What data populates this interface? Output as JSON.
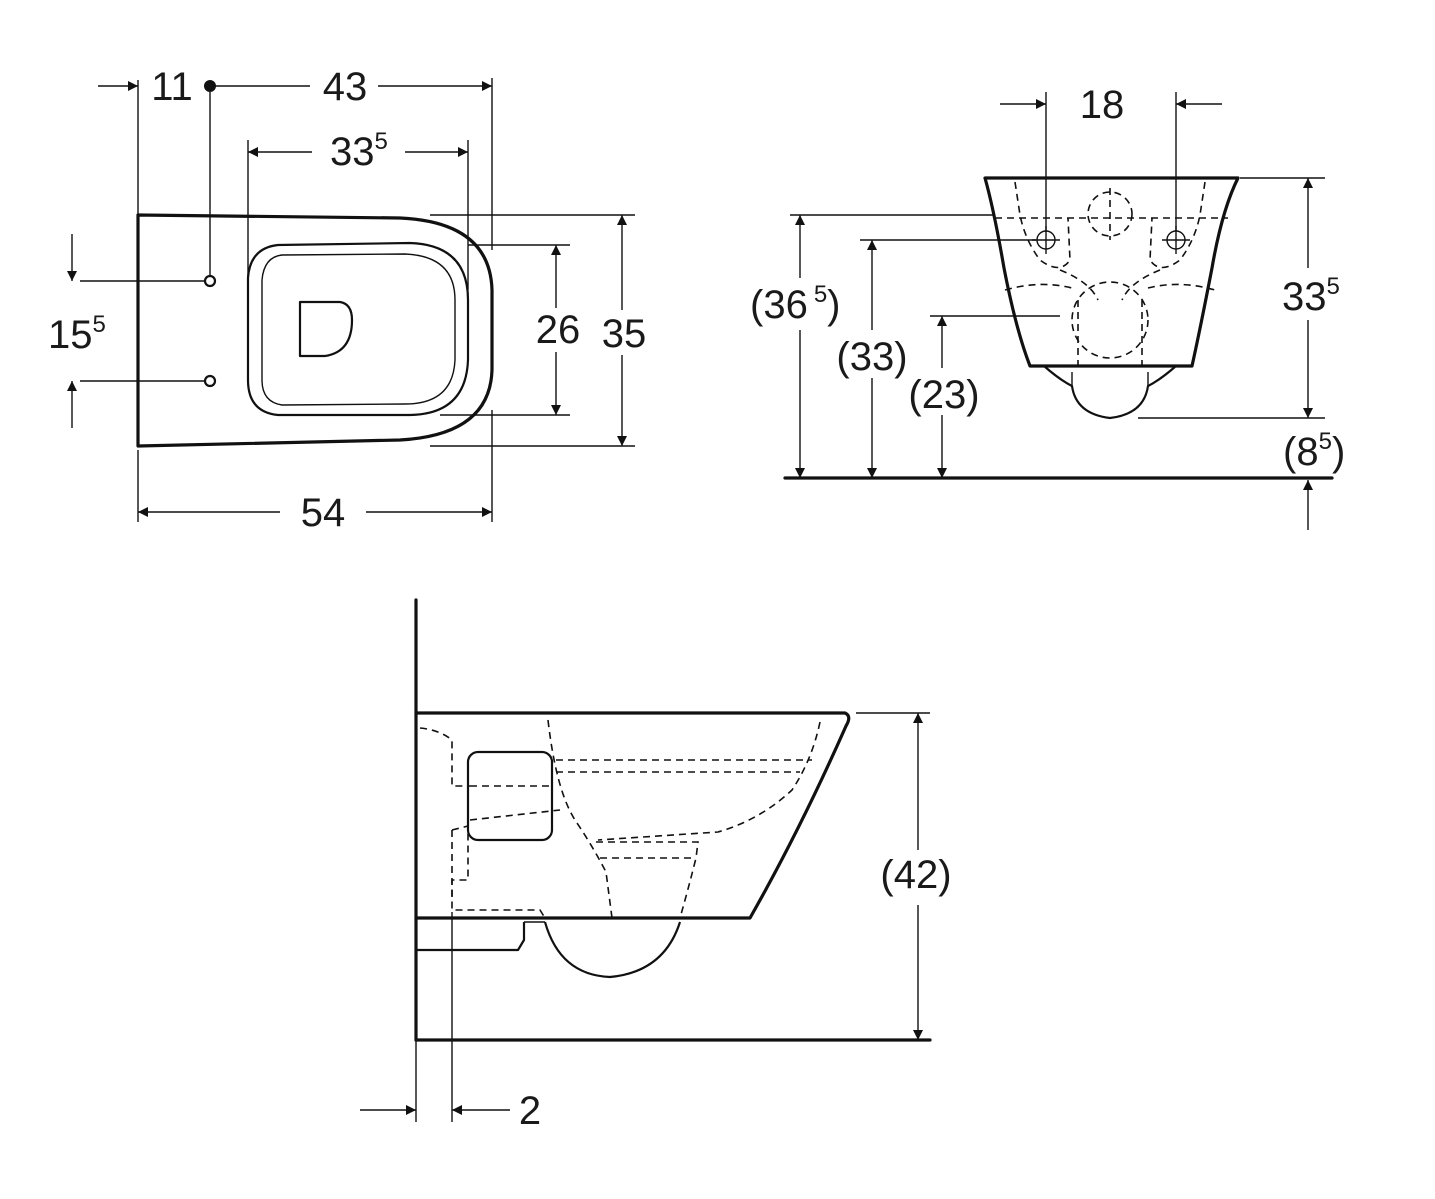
{
  "top_view": {
    "dim_11": "11",
    "dim_43": "43",
    "dim_33_5": {
      "main": "33",
      "sup": "5"
    },
    "dim_15_5": {
      "main": "15",
      "sup": "5"
    },
    "dim_26": "26",
    "dim_35": "35",
    "dim_54": "54"
  },
  "front_view": {
    "dim_18": "18",
    "dim_36_5": {
      "open": "(36",
      "sup": "5",
      "close": ")"
    },
    "dim_33": "(33)",
    "dim_23": "(23)",
    "dim_33_5": {
      "main": "33",
      "sup": "5"
    },
    "dim_8_5": {
      "open": "(8",
      "sup": "5",
      "close": ")"
    }
  },
  "side_view": {
    "dim_42": "(42)",
    "dim_2": "2"
  }
}
